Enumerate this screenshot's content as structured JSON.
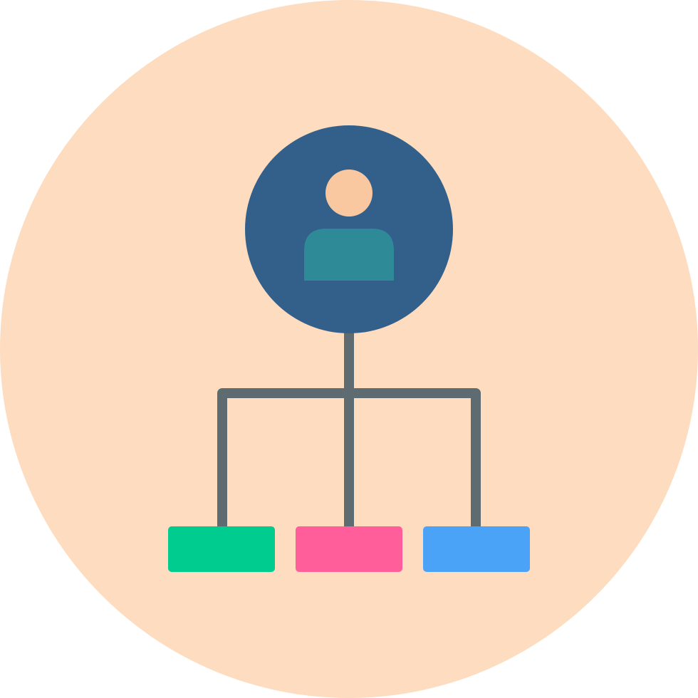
{
  "icon": {
    "name": "organization-hierarchy-icon",
    "parts": {
      "background": "circle-badge",
      "root_node": "user-avatar-node",
      "connectors": "hierarchy-lines",
      "children": [
        "child-node-green",
        "child-node-pink",
        "child-node-blue"
      ]
    }
  },
  "colors": {
    "background_circle": "#FDDCBF",
    "root_circle": "#33608A",
    "avatar_head": "#F9C7A0",
    "avatar_body": "#2F8A97",
    "connector": "#5E6B70",
    "child_green": "#00CC8F",
    "child_pink": "#FF5E9A",
    "child_blue": "#4BA3F7"
  }
}
